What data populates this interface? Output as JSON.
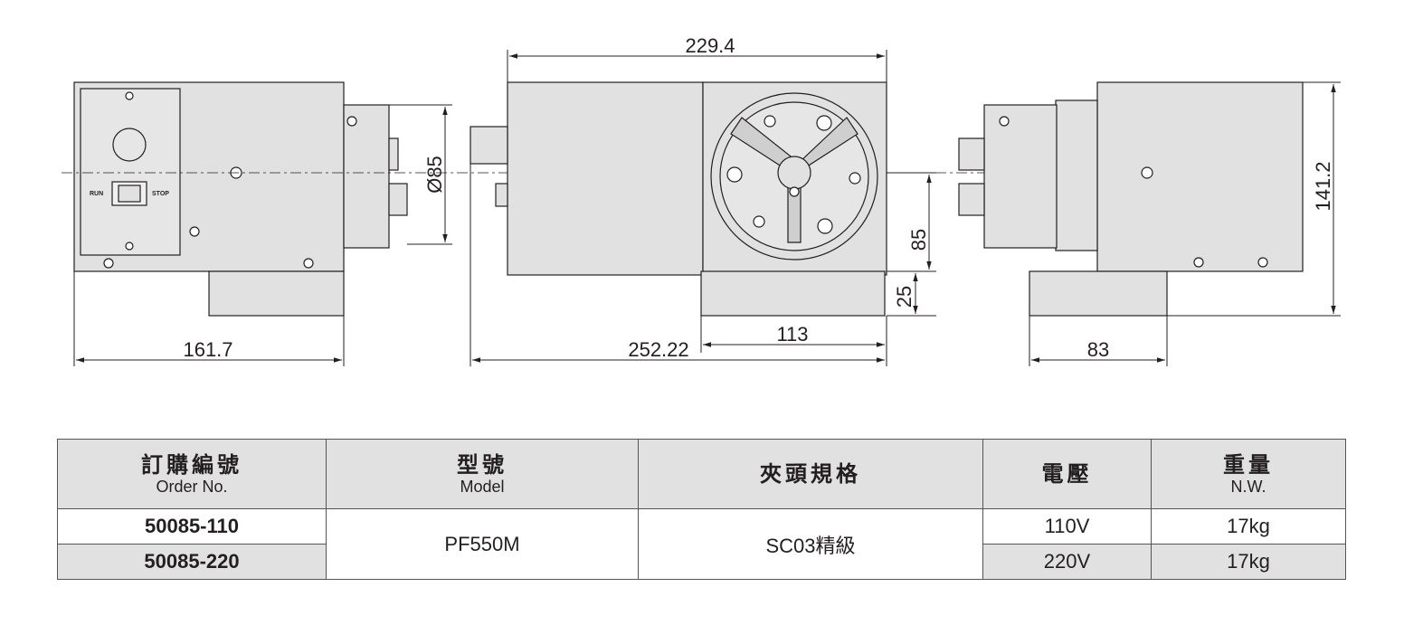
{
  "drawing": {
    "dimensions": {
      "side_width": "161.7",
      "chuck_diameter": "Ø85",
      "top_width": "229.4",
      "overall_width": "252.22",
      "base_width": "113",
      "center_height": "85",
      "base_height": "25",
      "right_width": "83",
      "overall_height": "141.2"
    },
    "switch": {
      "run_label": "RUN",
      "stop_label": "STOP"
    }
  },
  "table": {
    "headers": [
      {
        "cn": "訂購編號",
        "en": "Order No."
      },
      {
        "cn": "型號",
        "en": "Model"
      },
      {
        "cn": "夾頭規格",
        "en": ""
      },
      {
        "cn": "電壓",
        "en": ""
      },
      {
        "cn": "重量",
        "en": "N.W."
      }
    ],
    "rows": [
      {
        "order_no": "50085-110",
        "voltage": "110V",
        "weight": "17kg"
      },
      {
        "order_no": "50085-220",
        "voltage": "220V",
        "weight": "17kg"
      }
    ],
    "model": "PF550M",
    "chuck": "SC03精級"
  }
}
